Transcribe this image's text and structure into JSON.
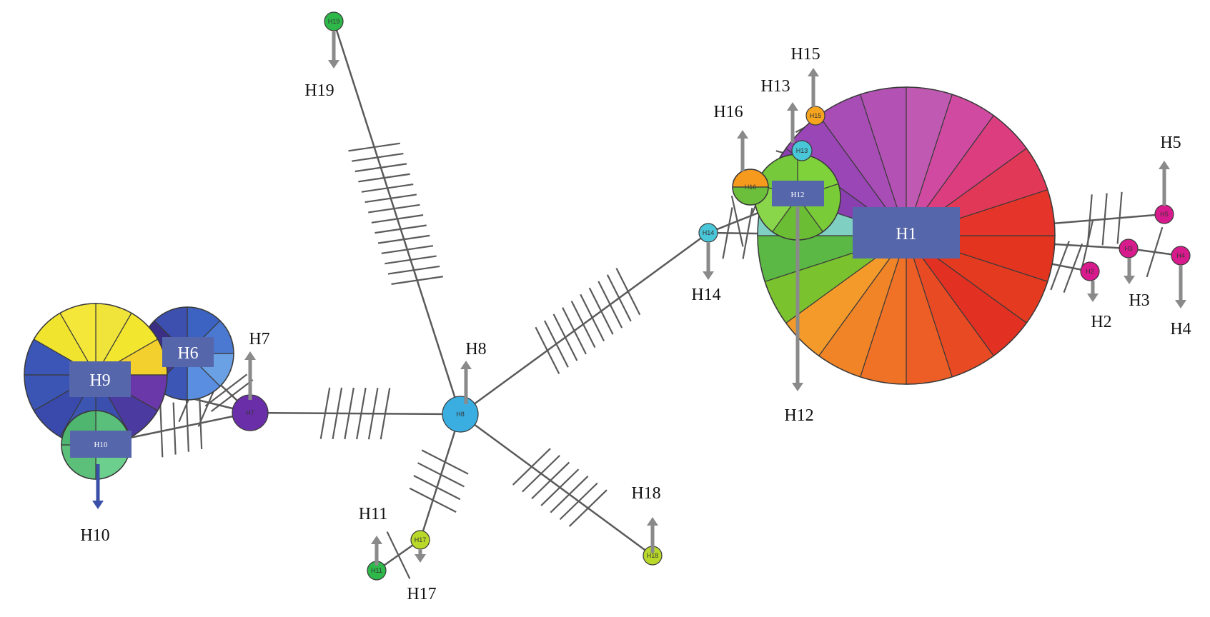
{
  "diagram": {
    "type": "haplotype-network",
    "edge_color": "#5a5a5a",
    "arrow_color": "#8a8a8a",
    "box_color": "#5566aa",
    "nodes": [
      {
        "id": "H1",
        "label": "H1",
        "box_label": "H1"
      },
      {
        "id": "H2",
        "label": "H2",
        "node_text": "H2",
        "color": "#d81b8c"
      },
      {
        "id": "H3",
        "label": "H3",
        "node_text": "H3",
        "color": "#d81b8c"
      },
      {
        "id": "H4",
        "label": "H4",
        "node_text": "H4",
        "color": "#d81b8c"
      },
      {
        "id": "H5",
        "label": "H5",
        "node_text": "H5",
        "color": "#d81b8c"
      },
      {
        "id": "H6",
        "label": "H6",
        "box_label": "H6"
      },
      {
        "id": "H7",
        "label": "H7",
        "node_text": "H7",
        "color": "#6a2fa8"
      },
      {
        "id": "H8",
        "label": "H8",
        "node_text": "H8",
        "color": "#3aaee0"
      },
      {
        "id": "H9",
        "label": "H9",
        "box_label": "H9"
      },
      {
        "id": "H10",
        "label": "H10",
        "box_label": "H10"
      },
      {
        "id": "H11",
        "label": "H11",
        "node_text": "H11",
        "color": "#2eb84a"
      },
      {
        "id": "H12",
        "label": "H12",
        "box_label": "H12"
      },
      {
        "id": "H13",
        "label": "H13",
        "node_text": "H13",
        "color": "#49c6d8"
      },
      {
        "id": "H14",
        "label": "H14",
        "node_text": "H14",
        "color": "#49c6d8"
      },
      {
        "id": "H15",
        "label": "H15",
        "node_text": "H15",
        "color": "#f7a51e"
      },
      {
        "id": "H16",
        "label": "H16",
        "node_text": "H16",
        "color": "#f59a1c"
      },
      {
        "id": "H17",
        "label": "H17",
        "node_text": "H17",
        "color": "#b8d82a"
      },
      {
        "id": "H18",
        "label": "H18",
        "node_text": "H18",
        "color": "#b8d82a"
      },
      {
        "id": "H19",
        "label": "H19",
        "node_text": "H19",
        "color": "#2eb84a"
      }
    ],
    "edges": [
      {
        "from": "H8",
        "to": "H19",
        "mutations": 14
      },
      {
        "from": "H8",
        "to": "H14",
        "mutations": 10
      },
      {
        "from": "H8",
        "to": "H7",
        "mutations": 6
      },
      {
        "from": "H8",
        "to": "H17",
        "mutations": 4
      },
      {
        "from": "H8",
        "to": "H18",
        "mutations": 7
      },
      {
        "from": "H17",
        "to": "H11",
        "mutations": 1
      },
      {
        "from": "H7",
        "to": "H6",
        "mutations": 2
      },
      {
        "from": "H7",
        "to": "H9",
        "mutations": 2
      },
      {
        "from": "H7",
        "to": "H10",
        "mutations": 4
      },
      {
        "from": "H14",
        "to": "H1",
        "mutations": 2
      },
      {
        "from": "H14",
        "to": "H12",
        "mutations": 1
      },
      {
        "from": "H12",
        "to": "H16",
        "mutations": 1
      },
      {
        "from": "H12",
        "to": "H13",
        "mutations": 1
      },
      {
        "from": "H1",
        "to": "H15",
        "mutations": 1
      },
      {
        "from": "H1",
        "to": "H5",
        "mutations": 3
      },
      {
        "from": "H1",
        "to": "H2",
        "mutations": 2
      },
      {
        "from": "H1",
        "to": "H3",
        "mutations": 1
      },
      {
        "from": "H3",
        "to": "H4",
        "mutations": 1
      }
    ]
  }
}
